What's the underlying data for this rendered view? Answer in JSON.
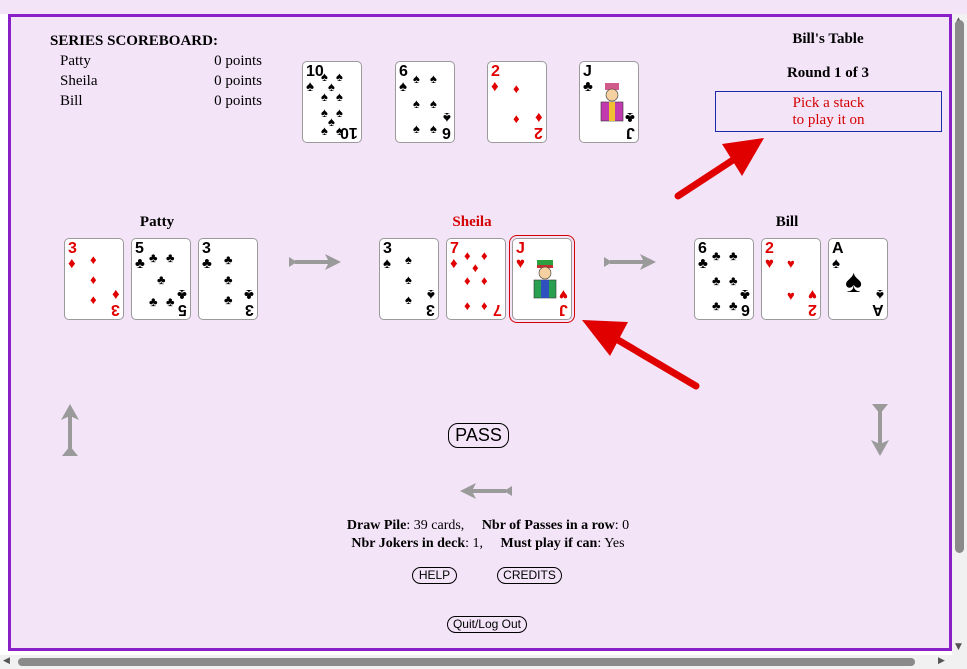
{
  "scoreboard": {
    "title": "SERIES SCOREBOARD:",
    "rows": [
      {
        "name": "Patty",
        "points": "0 points"
      },
      {
        "name": "Sheila",
        "points": "0 points"
      },
      {
        "name": "Bill",
        "points": "0 points"
      }
    ]
  },
  "table": {
    "title": "Bill's Table",
    "round": "Round 1 of 3",
    "hint_line1": "Pick a stack",
    "hint_line2": "to play it on"
  },
  "stacks": [
    {
      "rank": "10",
      "suit": "♠",
      "color": "black"
    },
    {
      "rank": "6",
      "suit": "♠",
      "color": "black"
    },
    {
      "rank": "2",
      "suit": "♦",
      "color": "red"
    },
    {
      "rank": "J",
      "suit": "♣",
      "color": "black"
    }
  ],
  "players": [
    {
      "name": "Patty",
      "active": false,
      "cards": [
        {
          "rank": "3",
          "suit": "♦",
          "color": "red"
        },
        {
          "rank": "5",
          "suit": "♣",
          "color": "black"
        },
        {
          "rank": "3",
          "suit": "♣",
          "color": "black"
        }
      ]
    },
    {
      "name": "Sheila",
      "active": true,
      "cards": [
        {
          "rank": "3",
          "suit": "♠",
          "color": "black"
        },
        {
          "rank": "7",
          "suit": "♦",
          "color": "red"
        },
        {
          "rank": "J",
          "suit": "♥",
          "color": "red",
          "selected": true
        }
      ]
    },
    {
      "name": "Bill",
      "active": false,
      "cards": [
        {
          "rank": "6",
          "suit": "♣",
          "color": "black"
        },
        {
          "rank": "2",
          "suit": "♥",
          "color": "red"
        },
        {
          "rank": "A",
          "suit": "♠",
          "color": "black"
        }
      ]
    }
  ],
  "buttons": {
    "pass": "PASS",
    "help": "HELP",
    "credits": "CREDITS",
    "quit": "Quit/Log Out"
  },
  "info": {
    "draw_pile_label": "Draw Pile",
    "draw_pile_value": ": 39 cards,",
    "passes_label": "Nbr of Passes in a row",
    "passes_value": ": 0",
    "jokers_label": "Nbr Jokers in deck",
    "jokers_value": ": 1,",
    "must_play_label": "Must play if can",
    "must_play_value": ": Yes"
  },
  "colors": {
    "frame": "#8a1fc7",
    "background": "#f3e4f8",
    "active_player": "#d40000",
    "arrow_red": "#e00000",
    "arrow_gray": "#9a9a9a"
  }
}
